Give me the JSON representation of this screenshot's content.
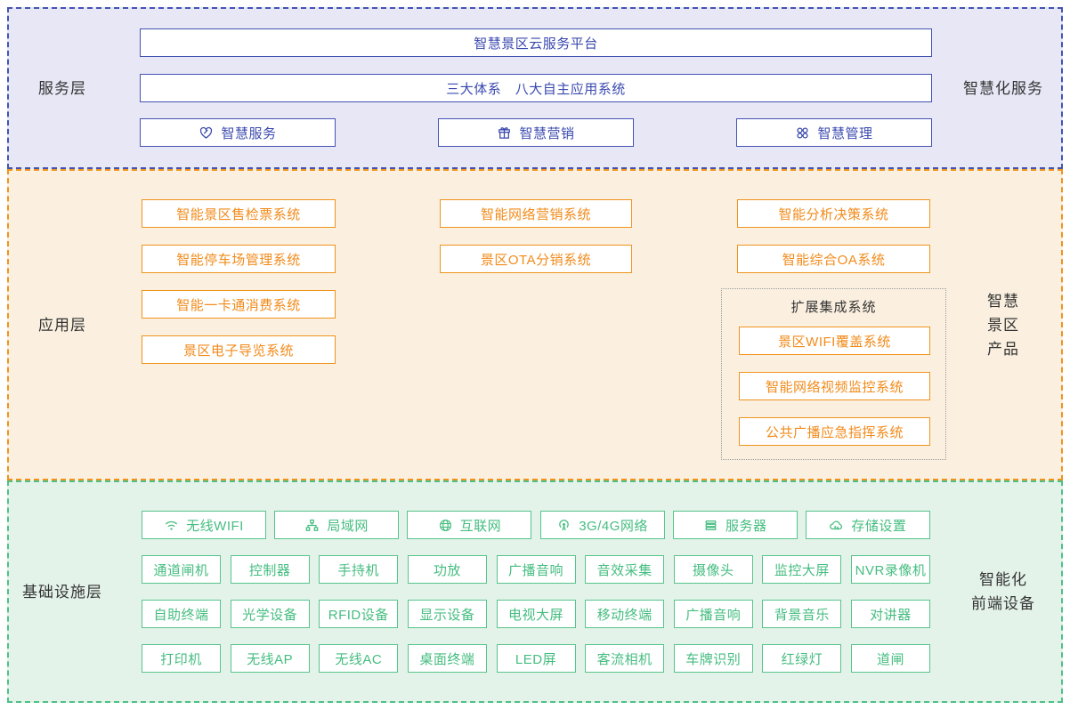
{
  "colors": {
    "service_blue": "#3a49ae",
    "app_orange": "#f0931d",
    "infra_green": "#4fc087",
    "label_dark": "#333333"
  },
  "service_layer": {
    "label": "服务层",
    "right_label": "智慧化服务",
    "platform": "智慧景区云服务平台",
    "systems": "三大体系　八大自主应用系统",
    "items": [
      {
        "label": "智慧服务",
        "icon": "heart-icon"
      },
      {
        "label": "智慧营销",
        "icon": "gift-icon"
      },
      {
        "label": "智慧管理",
        "icon": "four-circles-icon"
      }
    ]
  },
  "application_layer": {
    "label": "应用层",
    "right_label_lines": [
      "智慧",
      "景区",
      "产品"
    ],
    "col1": [
      "智能景区售检票系统",
      "智能停车场管理系统",
      "智能一卡通消费系统",
      "景区电子导览系统"
    ],
    "col2": [
      "智能网络营销系统",
      "景区OTA分销系统"
    ],
    "col3": [
      "智能分析决策系统",
      "智能综合OA系统"
    ],
    "extension_group": {
      "title": "扩展集成系统",
      "items": [
        "景区WIFI覆盖系统",
        "智能网络视频监控系统",
        "公共广播应急指挥系统"
      ]
    }
  },
  "infrastructure_layer": {
    "label": "基础设施层",
    "right_label_lines": [
      "智能化",
      "前端设备"
    ],
    "network_row": [
      {
        "label": "无线WIFI",
        "icon": "wifi-icon"
      },
      {
        "label": "局域网",
        "icon": "lan-icon"
      },
      {
        "label": "互联网",
        "icon": "globe-icon"
      },
      {
        "label": "3G/4G网络",
        "icon": "signal-icon"
      },
      {
        "label": "服务器",
        "icon": "server-icon"
      },
      {
        "label": "存储设置",
        "icon": "cloud-storage-icon"
      }
    ],
    "device_rows": [
      [
        "通道闸机",
        "控制器",
        "手持机",
        "功放",
        "广播音响",
        "音效采集",
        "摄像头",
        "监控大屏",
        "NVR录像机"
      ],
      [
        "自助终端",
        "光学设备",
        "RFID设备",
        "显示设备",
        "电视大屏",
        "移动终端",
        "广播音响",
        "背景音乐",
        "对讲器"
      ],
      [
        "打印机",
        "无线AP",
        "无线AC",
        "桌面终端",
        "LED屏",
        "客流相机",
        "车牌识别",
        "红绿灯",
        "道闸"
      ]
    ]
  }
}
